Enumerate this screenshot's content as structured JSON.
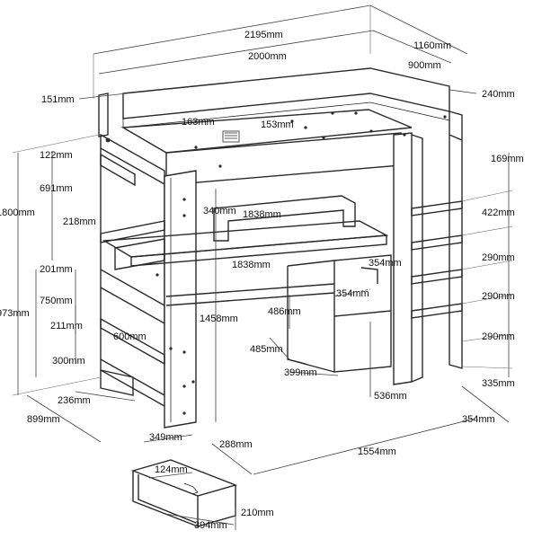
{
  "diagram": {
    "labels": {
      "overall_length": "2195mm",
      "depth": "1160mm",
      "mattress_length": "2000mm",
      "mattress_width": "900mm",
      "rail_width": "151mm",
      "ladder_offset": "240mm",
      "slot_offset": "163mm",
      "slot_width": "153mm",
      "upper_shelf_gap": "122mm",
      "shelf_height": "691mm",
      "total_height": "1800mm",
      "shelf_depth": "218mm",
      "top_shelf_width": "340mm",
      "upper_desk_length": "1838mm",
      "desk_length": "1838mm",
      "drawer_gap": "201mm",
      "shelf_span": "750mm",
      "lower_height": "973mm",
      "desk_height": "1458mm",
      "rail_gap": "211mm",
      "inner_depth": "600mm",
      "bottom_gap": "300mm",
      "base_width": "236mm",
      "base_depth": "899mm",
      "leg_width": "354mm",
      "side_panel": "354mm",
      "cabinet_height": "486mm",
      "cabinet_depth": "485mm",
      "cabinet_width": "399mm",
      "cabinet_offset": "536mm",
      "ladder_top": "169mm",
      "ladder_step1": "422mm",
      "ladder_step2": "290mm",
      "ladder_step3": "290mm",
      "ladder_step4": "290mm",
      "ladder_bottom": "335mm",
      "ladder_base": "354mm",
      "desk_span": "1554mm",
      "drawer_width": "349mm",
      "drawer_depth": "288mm",
      "drawer_handle": "124mm",
      "drawer_length": "394mm",
      "drawer_height": "210mm"
    }
  }
}
